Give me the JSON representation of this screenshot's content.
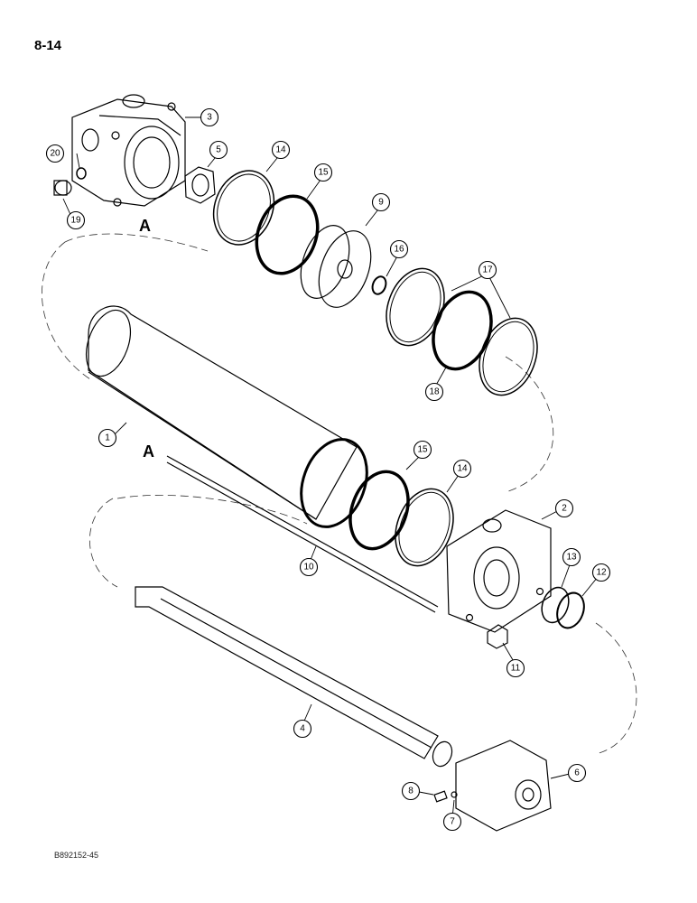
{
  "page": {
    "number": "8-14",
    "figure_code": "B892152-45"
  },
  "markers": [
    "A",
    "A"
  ],
  "callouts": [
    "1",
    "2",
    "3",
    "4",
    "5",
    "6",
    "7",
    "8",
    "9",
    "10",
    "11",
    "12",
    "13",
    "14",
    "14",
    "15",
    "15",
    "16",
    "17",
    "18",
    "19",
    "20"
  ]
}
